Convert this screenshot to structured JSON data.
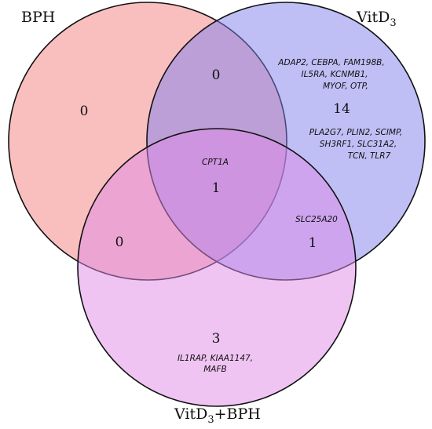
{
  "sets": [
    {
      "id": "bph",
      "label": "BPH",
      "sub": "",
      "label_after": "",
      "color": "#f48b8b"
    },
    {
      "id": "vitd3",
      "label": "VitD",
      "sub": "3",
      "label_after": "",
      "color": "#8080ee"
    },
    {
      "id": "vitd3_bph",
      "label": "VitD",
      "sub": "3",
      "label_after": "+BPH",
      "color": "#e08ae8"
    }
  ],
  "regions": {
    "bph_only": {
      "count": "0",
      "genes": []
    },
    "vitd3_only": {
      "count": "14",
      "genes_above": [
        "ADAP2, CEBPA, FAM198B,",
        "IL5RA, KCNMB1,",
        "MYOF, OTP,"
      ],
      "genes_below": [
        "PLA2G7, PLIN2, SCIMP,",
        "SH3RF1, SLC31A2,",
        "TCN, TLR7"
      ]
    },
    "bph_vitd3": {
      "count": "0",
      "genes": []
    },
    "all_three": {
      "count": "1",
      "genes": [
        "CPT1A"
      ]
    },
    "bph_vitd3bph": {
      "count": "0",
      "genes": []
    },
    "vitd3_vitd3bph": {
      "count": "1",
      "genes": [
        "SLC25A20"
      ]
    },
    "vitd3bph_only": {
      "count": "3",
      "genes": [
        "IL1RAP, KIAA1147,",
        "MAFB"
      ]
    }
  }
}
